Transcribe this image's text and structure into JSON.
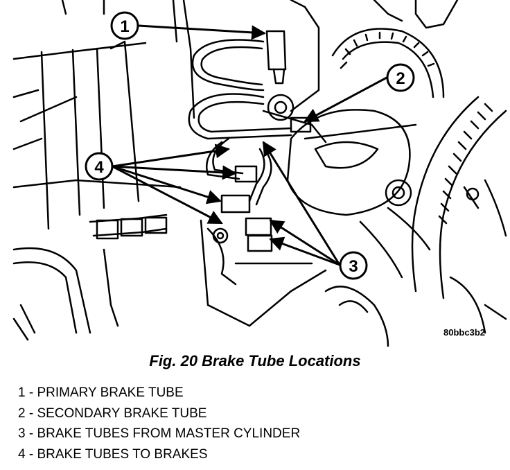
{
  "figure": {
    "image_code": "80bbc3b2",
    "callouts": [
      "1",
      "2",
      "3",
      "4"
    ]
  },
  "caption": "Fig. 20 Brake Tube Locations",
  "legend": [
    "1 - PRIMARY BRAKE TUBE",
    "2 - SECONDARY BRAKE TUBE",
    "3 - BRAKE TUBES FROM MASTER CYLINDER",
    "4 - BRAKE TUBES TO BRAKES"
  ]
}
